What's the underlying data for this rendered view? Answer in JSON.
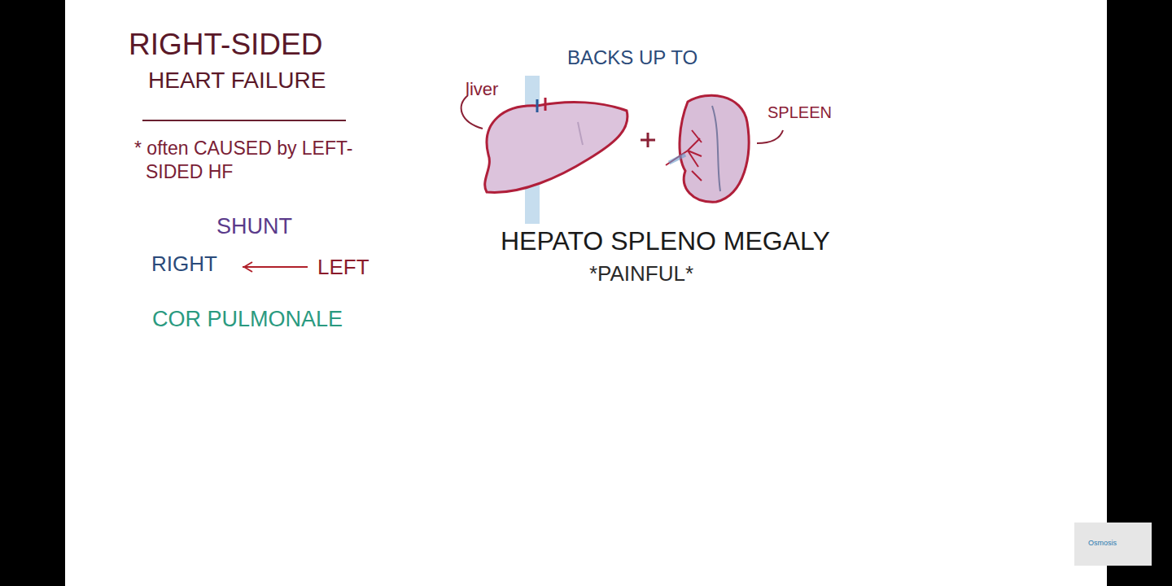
{
  "diagram": {
    "title": "RIGHT-SIDED HEART FAILURE",
    "labels": [
      "* often CAUSED by LEFT-SIDED HF",
      "SHUNT",
      "RIGHT",
      "LEFT",
      "COR PULMONALE",
      "BACKS UP TO",
      "liver",
      "SPLEEN",
      "HEPATO SPLENO MEGALY",
      "*PAINFUL*",
      "Osmosis"
    ]
  }
}
